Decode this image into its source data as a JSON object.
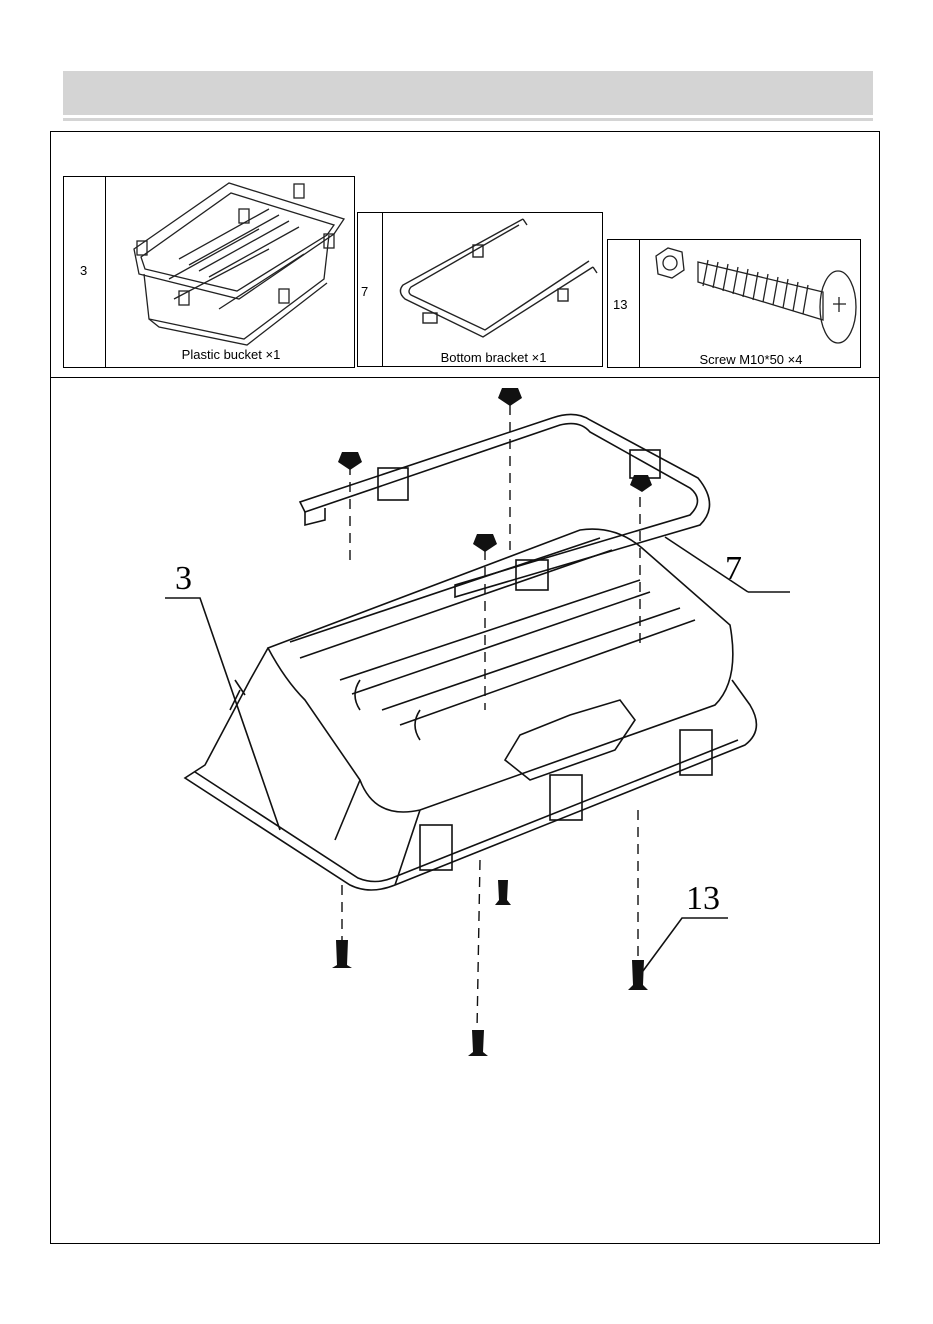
{
  "parts": [
    {
      "number": "3",
      "label": "Plastic bucket ×1",
      "icon": "plastic-bucket-icon"
    },
    {
      "number": "7",
      "label": "Bottom bracket ×1",
      "icon": "bottom-bracket-icon"
    },
    {
      "number": "13",
      "label": "Screw M10*50 ×4",
      "icon": "screw-icon"
    }
  ],
  "callouts": {
    "bucket": "3",
    "bracket": "7",
    "screw": "13"
  }
}
